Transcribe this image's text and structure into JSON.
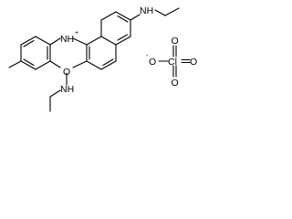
{
  "figure": {
    "cation": {
      "ring_nitrogen": {
        "symbol": "N",
        "hydrogen": "H",
        "charge": "+"
      },
      "ring_oxygen": "O",
      "amine_top_right": "NH",
      "amine_bottom": "NH"
    },
    "anion": {
      "oxygen_left": "O",
      "charge": "-",
      "central": "Cl",
      "oxygen_top": "O",
      "oxygen_right": "O",
      "oxygen_bottom": "O"
    }
  }
}
